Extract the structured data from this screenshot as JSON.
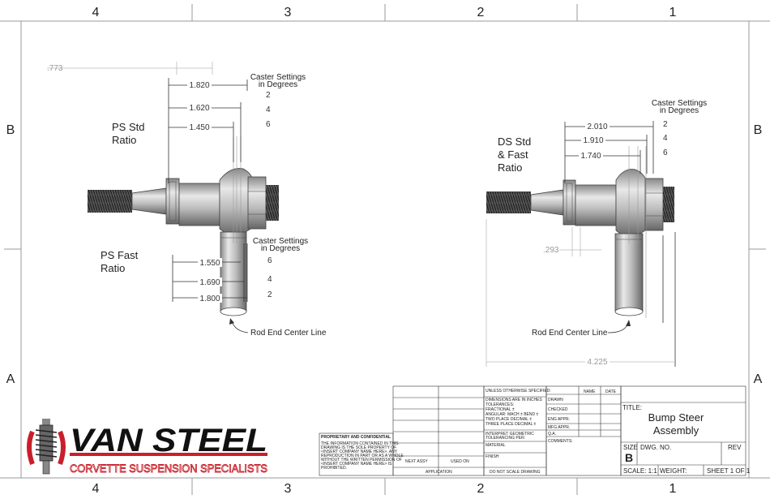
{
  "zones": {
    "top": [
      "4",
      "3",
      "2",
      "1"
    ],
    "bottom": [
      "4",
      "3",
      "2",
      "1"
    ],
    "left": [
      "B",
      "A"
    ],
    "right": [
      "B",
      "A"
    ]
  },
  "left_view": {
    "label_top": [
      "PS Std",
      "Ratio"
    ],
    "label_bottom": [
      "PS Fast",
      "Ratio"
    ],
    "caster_top": [
      "Caster Settings",
      "in Degrees"
    ],
    "caster_bottom": [
      "Caster Settings",
      "in Degrees"
    ],
    "offset_dim": ".773",
    "top_dims": [
      {
        "value": "1.820",
        "caster": "2"
      },
      {
        "value": "1.620",
        "caster": "4"
      },
      {
        "value": "1.450",
        "caster": "6"
      }
    ],
    "bottom_dims": [
      {
        "value": "1.550",
        "caster": "6"
      },
      {
        "value": "1.690",
        "caster": "4"
      },
      {
        "value": "1.800",
        "caster": "2"
      }
    ],
    "centerline_label": "Rod End Center Line"
  },
  "right_view": {
    "label": [
      "DS Std",
      "& Fast",
      "Ratio"
    ],
    "caster": [
      "Caster Settings",
      "in Degrees"
    ],
    "dims": [
      {
        "value": "2.010",
        "caster": "2"
      },
      {
        "value": "1.910",
        "caster": "4"
      },
      {
        "value": "1.740",
        "caster": "6"
      }
    ],
    "small_dim": ".293",
    "overall_dim": "4.225",
    "centerline_label": "Rod End Center Line"
  },
  "logo": {
    "name": "VAN STEEL",
    "tagline": "CORVETTE SUSPENSION SPECIALISTS",
    "colors": {
      "red": "#c8202a",
      "black": "#111111"
    }
  },
  "title_block": {
    "proprietary_title": "PROPRIETARY AND CONFIDENTIAL",
    "proprietary_text": [
      "THE INFORMATION CONTAINED IN THIS",
      "DRAWING IS THE SOLE PROPERTY OF",
      "<INSERT COMPANY NAME HERE>. ANY",
      "REPRODUCTION IN PART OR AS A WHOLE",
      "WITHOUT THE WRITTEN PERMISSION OF",
      "<INSERT COMPANY NAME HERE> IS",
      "PROHIBITED."
    ],
    "next_assy": "NEXT ASSY",
    "used_on": "USED ON",
    "application": "APPLICATION",
    "unless": "UNLESS OTHERWISE SPECIFIED:",
    "tolerances": [
      "DIMENSIONS ARE IN INCHES",
      "TOLERANCES:",
      "FRACTIONAL ±",
      "ANGULAR: MACH ±    BEND ±",
      "TWO PLACE DECIMAL    ±",
      "THREE PLACE DECIMAL  ±"
    ],
    "interpret": [
      "INTERPRET GEOMETRIC",
      "TOLERANCING PER:"
    ],
    "material": "MATERIAL",
    "finish": "FINISH",
    "do_not_scale": "DO NOT SCALE DRAWING",
    "name_col": "NAME",
    "date_col": "DATE",
    "rows": [
      "DRAWN",
      "CHECKED",
      "ENG APPR.",
      "MFG APPR.",
      "Q.A.",
      "COMMENTS:"
    ],
    "title_label": "TITLE:",
    "title": [
      "Bump Steer",
      "Assembly"
    ],
    "size_label": "SIZE",
    "size": "B",
    "dwg_label": "DWG.  NO.",
    "rev_label": "REV",
    "scale": "SCALE: 1:1",
    "weight": "WEIGHT:",
    "sheet": "SHEET 1 OF 1"
  }
}
